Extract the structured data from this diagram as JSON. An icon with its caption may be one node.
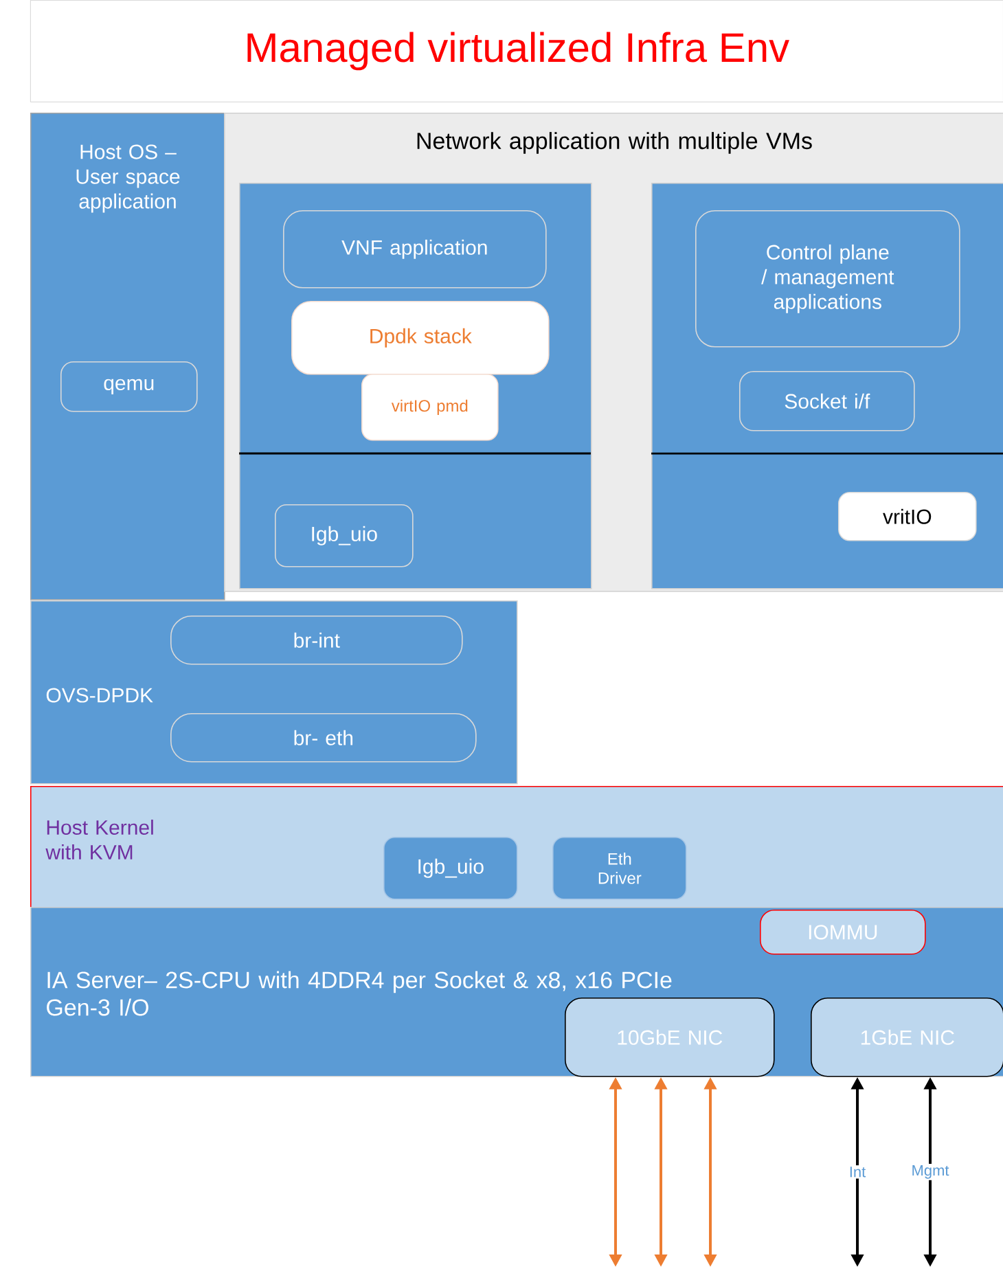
{
  "diagram": {
    "title": "Managed virtualized Infra Env",
    "nodes": [
      {
        "text": [
          "Host OS – User space application"
        ]
      },
      {
        "text": [
          "qemu"
        ],
        "in": 0
      },
      {
        "text": [
          "Network application with multiple VMs"
        ]
      },
      {
        "text": [],
        "shape": "box",
        "in": 2
      },
      {
        "text": [
          "VNF application"
        ],
        "in": 3
      },
      {
        "text": [
          "Dpdk stack"
        ],
        "in": 3
      },
      {
        "text": [
          "virtIO pmd"
        ],
        "in": 3
      },
      {
        "text": [
          "Igb_uio"
        ],
        "in": 3
      },
      {
        "text": [],
        "shape": "box",
        "in": 2
      },
      {
        "text": [
          "Control plane / management applications"
        ],
        "in": 8
      },
      {
        "text": [
          "Socket i/f"
        ],
        "in": 8
      },
      {
        "text": [
          "vritIO"
        ],
        "in": 8
      },
      {
        "text": [
          "OVS-DPDK"
        ]
      },
      {
        "text": [
          "br-int"
        ],
        "in": 12
      },
      {
        "text": [
          "br- eth"
        ],
        "in": 12
      },
      {
        "text": [
          "Host Kernel with KVM"
        ]
      },
      {
        "text": [
          "Igb_uio"
        ],
        "in": 15
      },
      {
        "text": [
          "Eth Driver"
        ],
        "in": 15
      },
      {
        "text": [
          "IA Server– 2S-CPU with 4DDR4 per Socket & x8, x16 PCIe Gen-3 I/O"
        ]
      },
      {
        "text": [
          "IOMMU"
        ],
        "in": 18
      },
      {
        "text": [
          "10GbE NIC"
        ],
        "in": 18
      },
      {
        "text": [
          "1GbE NIC"
        ],
        "in": 18
      }
    ],
    "edges": [
      {
        "from": null,
        "to": 20,
        "arrow": "both",
        "color": "#ed7d31"
      },
      {
        "from": null,
        "to": 20,
        "arrow": "both",
        "color": "#ed7d31"
      },
      {
        "from": null,
        "to": 20,
        "arrow": "both",
        "color": "#ed7d31"
      },
      {
        "from": null,
        "to": 21,
        "arrow": "both",
        "label": "Int",
        "color": "#000000"
      },
      {
        "from": null,
        "to": 21,
        "arrow": "both",
        "label": "Mgmt",
        "color": "#000000"
      }
    ]
  }
}
